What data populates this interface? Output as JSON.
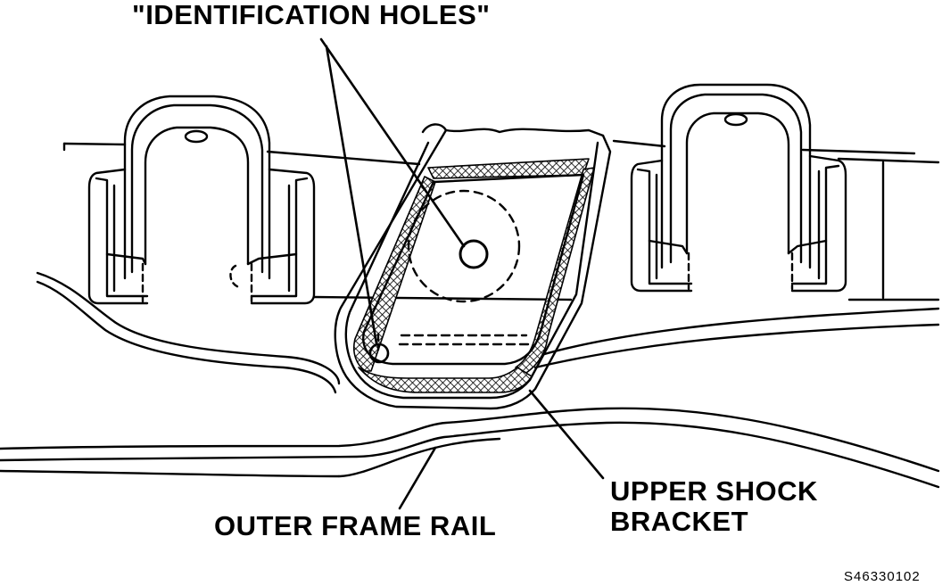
{
  "labels": {
    "identification_holes": "\"IDENTIFICATION HOLES\"",
    "upper_shock_bracket_line1": "UPPER SHOCK",
    "upper_shock_bracket_line2": "BRACKET",
    "outer_frame_rail": "OUTER FRAME RAIL",
    "figure_code": "S46330102"
  },
  "colors": {
    "ink": "#000000",
    "paper": "#ffffff"
  }
}
